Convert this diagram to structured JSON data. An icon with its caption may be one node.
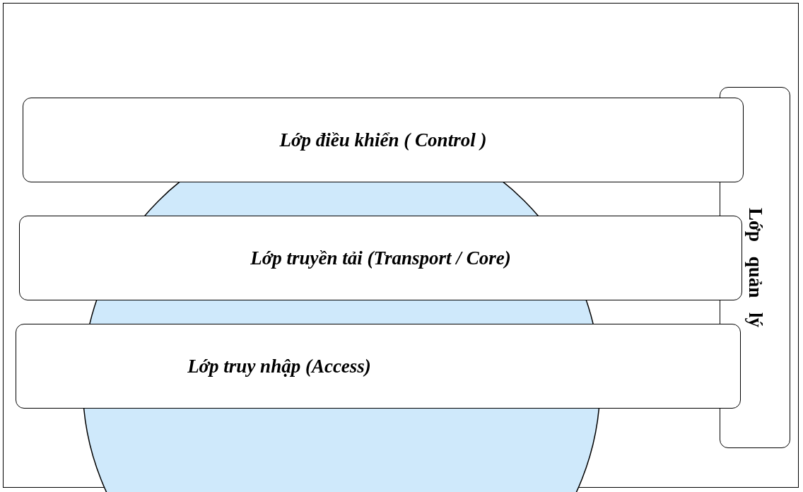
{
  "diagram": {
    "nodes": [
      {
        "text": [
          "Lớp điều khiển ( Control )"
        ]
      },
      {
        "text": [
          "Lớp truyền tải (Transport / Core)"
        ]
      },
      {
        "text": [
          "Lớp truy nhập (Access)"
        ]
      },
      {
        "text": [
          "Lớp quản lý"
        ]
      }
    ]
  }
}
